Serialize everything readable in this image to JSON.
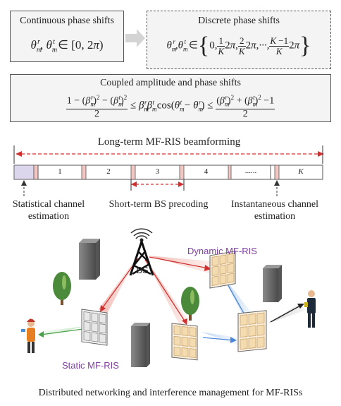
{
  "continuous": {
    "title": "Continuous phase shifts",
    "formula_lhs": "θ",
    "formula_set": "∈ [0, 2π)"
  },
  "discrete": {
    "title": "Discrete phase shifts",
    "set_parts": [
      "0,",
      "1",
      "K",
      "2π,",
      "2",
      "K",
      "2π, ···,",
      "K − 1",
      "K",
      "2π"
    ]
  },
  "coupled": {
    "title": "Coupled amplitude and phase shifts",
    "left_num": "1 − (β",
    "den": "2",
    "middle": "≤ β",
    "cos_text": "cos(θ",
    "right_num": "(β",
    "right_tail": "− 1"
  },
  "timeline": {
    "long_term_label": "Long-term MF-RIS beamforming",
    "slots": [
      "1",
      "2",
      "3",
      "4",
      "......",
      "K"
    ],
    "statistical_label": [
      "Statistical channel",
      "estimation"
    ],
    "short_term_label": "Short-term BS precoding",
    "instantaneous_label": [
      "Instantaneous  channel",
      "estimation"
    ]
  },
  "network": {
    "bs_label": "BS",
    "dynamic_label": "Dynamic MF-RIS",
    "static_label": "Static MF-RIS",
    "caption": "Distributed networking and interference management for MF-RISs"
  },
  "colors": {
    "red": "#d03030",
    "blue": "#4a86d8",
    "green": "#6cc070",
    "purple": "#8040a0",
    "pink_slot": "#f2c7c3",
    "lavender_slot": "#dcd6ec"
  }
}
